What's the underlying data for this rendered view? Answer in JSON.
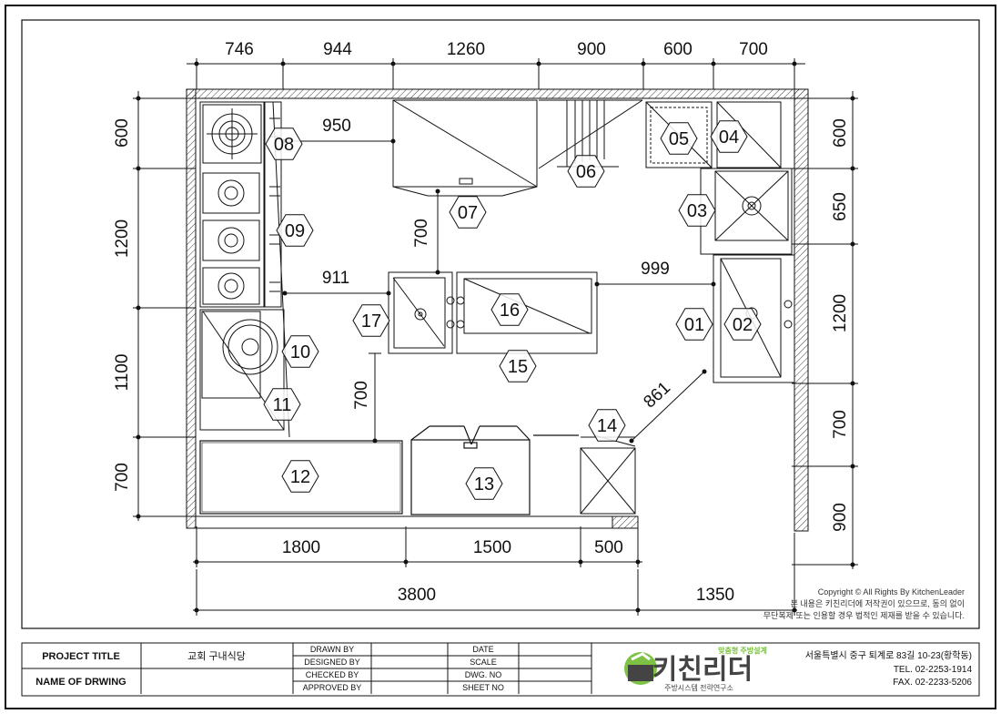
{
  "dimensions": {
    "top": [
      "746",
      "944",
      "1260",
      "900",
      "600",
      "700"
    ],
    "left": [
      "600",
      "1200",
      "1100",
      "700"
    ],
    "right": [
      "600",
      "650",
      "1200",
      "700",
      "900"
    ],
    "bottom_row": [
      "1800",
      "1500",
      "500"
    ],
    "bottom_total": [
      "3800",
      "1350"
    ],
    "internal": {
      "d950": "950",
      "d700_upper": "700",
      "d999": "999",
      "d911": "911",
      "d700_lower": "700",
      "d861": "861"
    }
  },
  "equipment": [
    "01",
    "02",
    "03",
    "04",
    "05",
    "06",
    "07",
    "08",
    "09",
    "10",
    "11",
    "12",
    "13",
    "14",
    "15",
    "16",
    "17"
  ],
  "copyright": {
    "line1": "Copyright © All Rights By KitchenLeader",
    "line2": "본 내용은 키친리더에 저작권이 있으므로, 동의 없이",
    "line3": "무단복제 또는 인용할 경우 법적인 제재를 받을 수 있습니다."
  },
  "title_block": {
    "project_title_label": "PROJECT TITLE",
    "project_title_value": "교회 구내식당",
    "name_of_drawing_label": "NAME OF DRWING",
    "drawn_by": "DRAWN BY",
    "designed_by": "DESIGNED BY",
    "checked_by": "CHECKED BY",
    "approved_by": "APPROVED BY",
    "date": "DATE",
    "scale": "SCALE",
    "dwg_no": "DWG. NO",
    "sheet_no": "SHEET NO"
  },
  "logo": {
    "tagline": "맞춤형 주방설계",
    "name": "키친리더",
    "subtitle": "주방시스템 전략연구소"
  },
  "company": {
    "address": "서울특별시 중구 퇴계로 83길 10-23(황학동)",
    "tel": "TEL. 02-2253-1914",
    "fax": "FAX. 02-2233-5206"
  },
  "colors": {
    "line": "#111111",
    "accent_green": "#7dc242",
    "logo_gray": "#444444"
  }
}
